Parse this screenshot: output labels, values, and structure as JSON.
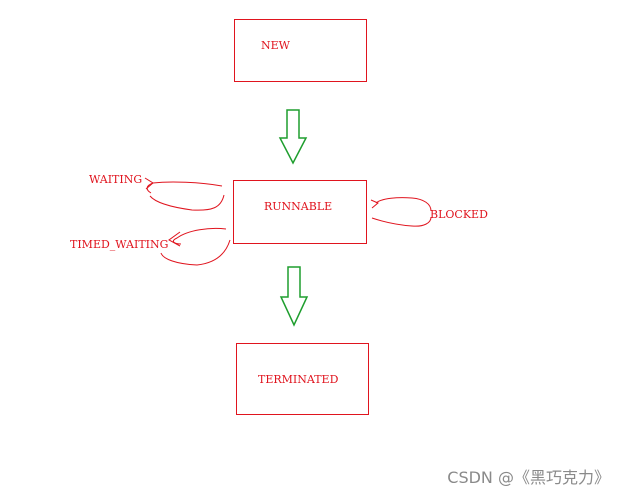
{
  "states": {
    "new": "NEW",
    "runnable": "RUNNABLE",
    "terminated": "TERMINATED"
  },
  "side_states": {
    "waiting": "WAITING",
    "timed_waiting": "TIMED_WAITING",
    "blocked": "BLOCKED"
  },
  "watermark": "CSDN @《黑巧克力》",
  "colors": {
    "state": "#e0141e",
    "arrow": "#1e9e2e",
    "watermark": "#8a8a8a"
  }
}
